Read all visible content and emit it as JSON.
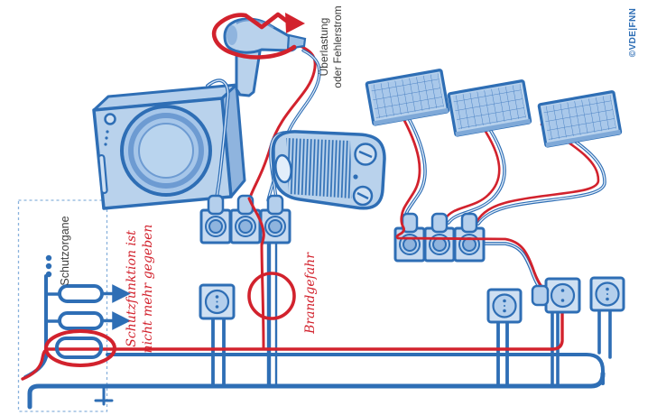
{
  "labels": {
    "schutzorgane": "Schutzorgane",
    "schutzfunktion_line1": "Schutzfunktion ist",
    "schutzfunktion_line2": "nicht mehr gegeben",
    "brandgefahr": "Brandgefahr",
    "ueberlastung_line1": "Überlastung",
    "ueberlastung_line2": "oder Fehlerstrom",
    "credit": "©VDE|FNN"
  },
  "colors": {
    "outline_blue": "#2e6eb5",
    "fill_light_blue": "#b4cfec",
    "fill_pale_blue": "#cfe0f2",
    "shade_blue": "#7fa9d8",
    "alert_red": "#d2222d",
    "text_dark": "#3d3d3c"
  },
  "components": {
    "appliances": [
      "washing-machine",
      "hair-dryer",
      "fan-heater"
    ],
    "solar_panel_count": 3,
    "power_strip_count": 2,
    "wall_outlet_count": 4,
    "fuse_count": 3,
    "alert_markers": [
      "fuse-alert-ellipse",
      "fire-hazard-circle",
      "overload-arrow"
    ]
  }
}
